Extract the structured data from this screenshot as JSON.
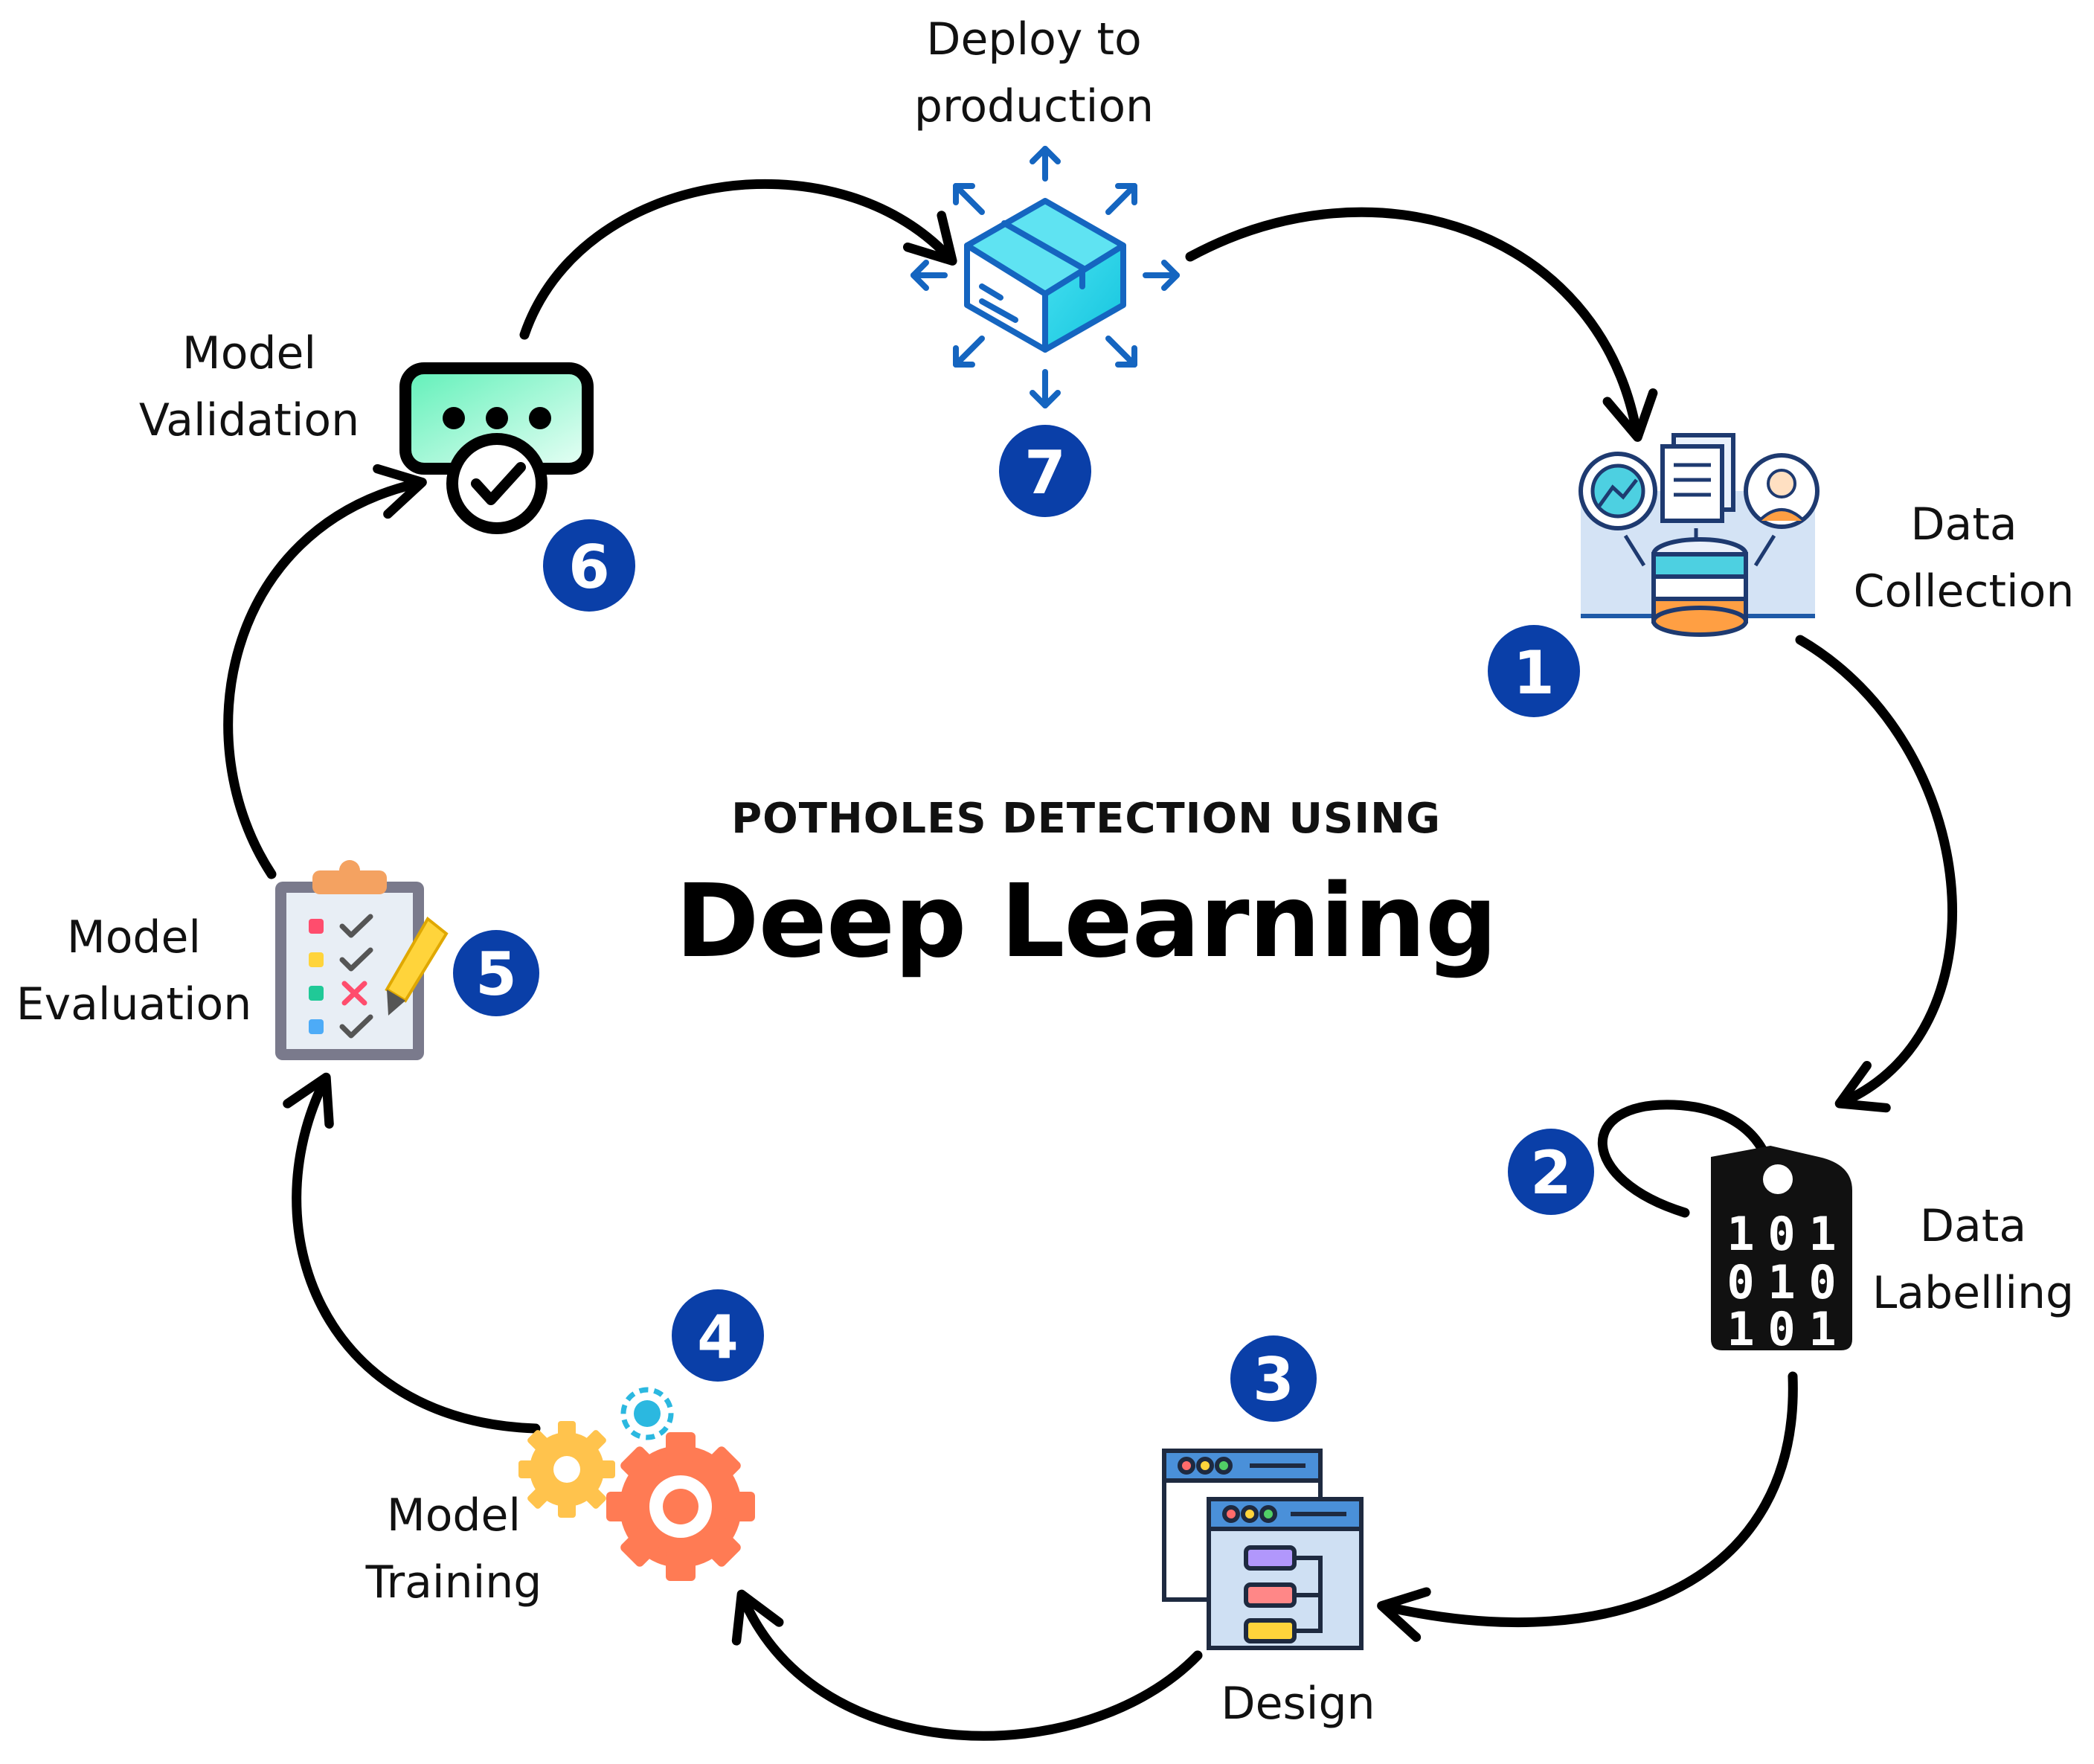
{
  "diagram": {
    "subtitle": "POTHOLES DETECTION USING",
    "title": "Deep Learning",
    "colors": {
      "badge": "#0a3fa8",
      "arrow": "#000000",
      "deploy_icon": "#1565c0"
    },
    "steps": [
      {
        "number": "1",
        "label_lines": [
          "Data",
          "Collection"
        ],
        "icon": "database-collection-icon"
      },
      {
        "number": "2",
        "label_lines": [
          "Data",
          "Labelling"
        ],
        "icon": "binary-tag-icon"
      },
      {
        "number": "3",
        "label_lines": [
          "Design"
        ],
        "icon": "flowchart-windows-icon"
      },
      {
        "number": "4",
        "label_lines": [
          "Model",
          "Training"
        ],
        "icon": "gears-icon"
      },
      {
        "number": "5",
        "label_lines": [
          "Model",
          "Evaluation"
        ],
        "icon": "checklist-clipboard-icon"
      },
      {
        "number": "6",
        "label_lines": [
          "Model",
          "Validation"
        ],
        "icon": "chat-check-icon"
      },
      {
        "number": "7",
        "label_lines": [
          "Deploy to",
          "production"
        ],
        "icon": "deploy-box-icon"
      }
    ]
  }
}
